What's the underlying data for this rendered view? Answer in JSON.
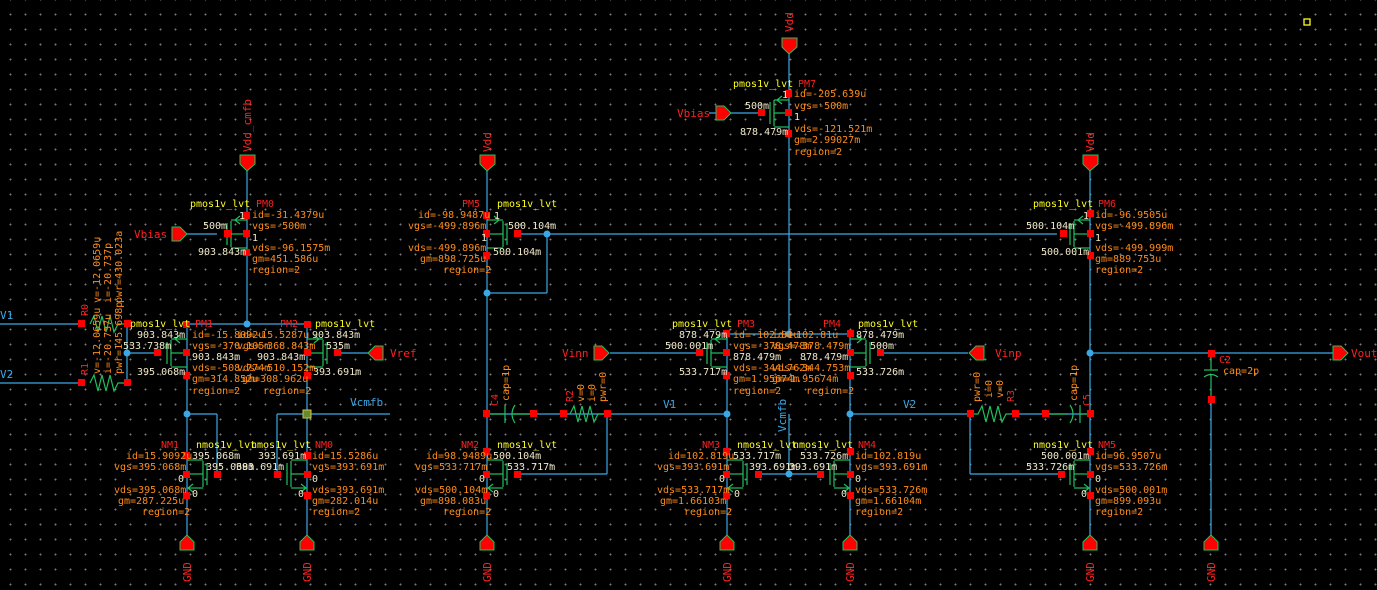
{
  "window": {
    "title": "Schematic Editor"
  },
  "colors": {
    "background": "#000000",
    "wire": "#3aa8e6",
    "device": "#20c060",
    "pin": "#ff0000",
    "instance_name": "#ff2020",
    "cell_name": "#ffff20",
    "param": "#ff8c1a",
    "pin_value": "#f0e8c8"
  },
  "pins": {
    "vdd_cmfb": "Vdd_cmfb",
    "vdd": "Vdd",
    "vbias": "Vbias",
    "vref": "Vref",
    "vinn": "Vinn",
    "vinp": "Vinp",
    "vout": "Vout",
    "gnd": "GND",
    "v1": "V1",
    "v2": "V2"
  },
  "nets": {
    "v1": "V1",
    "v2": "V2",
    "vcmfb": "Vcmfb"
  },
  "devices": {
    "PM0": {
      "name": "PM0",
      "cell": "pmos1v_lvt",
      "id": "id=-31.4379u",
      "vgs": "vgs=-500m",
      "vds": "vds=-96.1575m",
      "gm": "gm=451.586u",
      "region": "region=2",
      "g": "500m",
      "d": "903.843m",
      "s": "1",
      "b": "1"
    },
    "PM1": {
      "name": "PM1",
      "cell": "pmos1v_lvt",
      "id": "id=-15.8092u",
      "vgs": "vgs=-370.105m",
      "vds": "vds=-508.774m",
      "gm": "gm=314.852u",
      "region": "region=2",
      "s": "903.843m",
      "g": "533.738m",
      "b": "903.843m",
      "d": "395.068m"
    },
    "PM2": {
      "name": "PM2",
      "cell": "pmos1v_lvt",
      "id": "id=-15.5287u",
      "vgs": "vgs=-368.843m",
      "vds": "vds=-510.152m",
      "gm": "gm=308.962u",
      "region": "region=2",
      "s": "903.843m",
      "g": "535m",
      "b": "903.843m",
      "d": "393.691m"
    },
    "PM3": {
      "name": "PM3",
      "cell": "pmos1v_lvt",
      "id": "id=-102.81u",
      "vgs": "vgs=-378.478m",
      "vds": "vds=-344.762m",
      "gm": "gm=1.95674m",
      "region": "region=2",
      "s": "878.479m",
      "g": "500.001m",
      "b": "878.479m",
      "d": "533.717m"
    },
    "PM4": {
      "name": "PM4",
      "cell": "pmos1v_lvt",
      "id": "id=-102.81u",
      "vgs": "vgs=-378.479m",
      "vds": "vds=-344.753m",
      "gm": "gm=1.95674m",
      "region": "region=2",
      "s": "878.479m",
      "g": "500m",
      "b": "878.479m",
      "d": "533.726m"
    },
    "PM5": {
      "name": "PM5",
      "cell": "pmos1v_lvt",
      "id": "id=-98.9487u",
      "vgs": "vgs=-499.896m",
      "vds": "vds=-499.896m",
      "gm": "gm=898.725u",
      "region": "region=2",
      "s": "1",
      "b": "1",
      "g": "500.104m",
      "d": "500.104m"
    },
    "PM6": {
      "name": "PM6",
      "cell": "pmos1v_lvt",
      "id": "id=-96.9505u",
      "vgs": "vgs=-499.896m",
      "vds": "vds=-499.999m",
      "gm": "gm=889.753u",
      "region": "region=2",
      "s": "1",
      "b": "1",
      "g": "500.104m",
      "d": "500.001m"
    },
    "PM7": {
      "name": "PM7",
      "cell": "pmos1v_lvt",
      "id": "id=-205.639u",
      "vgs": "vgs=-500m",
      "vds": "vds=-121.521m",
      "gm": "gm=2.99027m",
      "region": "region=2",
      "s": "1",
      "b": "1",
      "g": "500m",
      "d": "878.479m"
    },
    "NM0": {
      "name": "NM0",
      "cell": "nmos1v_lvt",
      "id": "id=15.5286u",
      "vgs": "vgs=393.691m",
      "vds": "vds=393.691m",
      "gm": "gm=282.014u",
      "region": "region=2",
      "d": "393.691m",
      "g": "393.691m",
      "s": "0",
      "b": "0"
    },
    "NM1": {
      "name": "NM1",
      "cell": "nmos1v_lvt",
      "id": "id=15.9092u",
      "vgs": "vgs=395.068m",
      "vds": "vds=395.068m",
      "gm": "gm=287.225u",
      "region": "region=2",
      "d": "395.068m",
      "g": "395.068m",
      "s": "0",
      "b": "0"
    },
    "NM2": {
      "name": "NM2",
      "cell": "nmos1v_lvt",
      "id": "id=98.9489u",
      "vgs": "vgs=533.717m",
      "vds": "vds=500.104m",
      "gm": "gm=898.083u",
      "region": "region=2",
      "d": "500.104m",
      "g": "533.717m",
      "s": "0",
      "b": "0"
    },
    "NM3": {
      "name": "NM3",
      "cell": "nmos1v_lvt",
      "id": "id=102.819u",
      "vgs": "vgs=393.691m",
      "vds": "vds=533.717m",
      "gm": "gm=1.66103m",
      "region": "region=2",
      "d": "533.717m",
      "g": "393.691m",
      "s": "0",
      "b": "0"
    },
    "NM4": {
      "name": "NM4",
      "cell": "nmos1v_lvt",
      "id": "id=102.819u",
      "vgs": "vgs=393.691m",
      "vds": "vds=533.726m",
      "gm": "gm=1.66104m",
      "region": "region=2",
      "d": "533.726m",
      "g": "393.691m",
      "s": "0",
      "b": "0"
    },
    "NM5": {
      "name": "NM5",
      "cell": "nmos1v_lvt",
      "id": "id=96.9507u",
      "vgs": "vgs=533.726m",
      "vds": "vds=500.001m",
      "gm": "gm=899.093u",
      "region": "region=2",
      "d": "500.001m",
      "g": "533.726m",
      "s": "0",
      "b": "0"
    }
  },
  "resistors": {
    "R0": {
      "name": "R0",
      "v": "v=-12.0659u",
      "i": "i=-20.737u",
      "pwr": "pwr=145.698p"
    },
    "R1": {
      "name": "R1",
      "v": "v=-12.0659u",
      "i": "i=-20.737p",
      "pwr": "pwr=430.023a"
    },
    "R2": {
      "name": "R2",
      "v": "v=0",
      "i": "i=0",
      "pwr": "pwr=0"
    },
    "R3": {
      "name": "R3",
      "v": "v=0",
      "i": "i=0",
      "pwr": "pwr=0"
    }
  },
  "capacitors": {
    "C2": {
      "name": "C2",
      "cap": "cap=2p"
    },
    "C4": {
      "name": "C4",
      "cap": "cap=1p"
    },
    "C5": {
      "name": "C5",
      "cap": "cap=1p"
    }
  }
}
